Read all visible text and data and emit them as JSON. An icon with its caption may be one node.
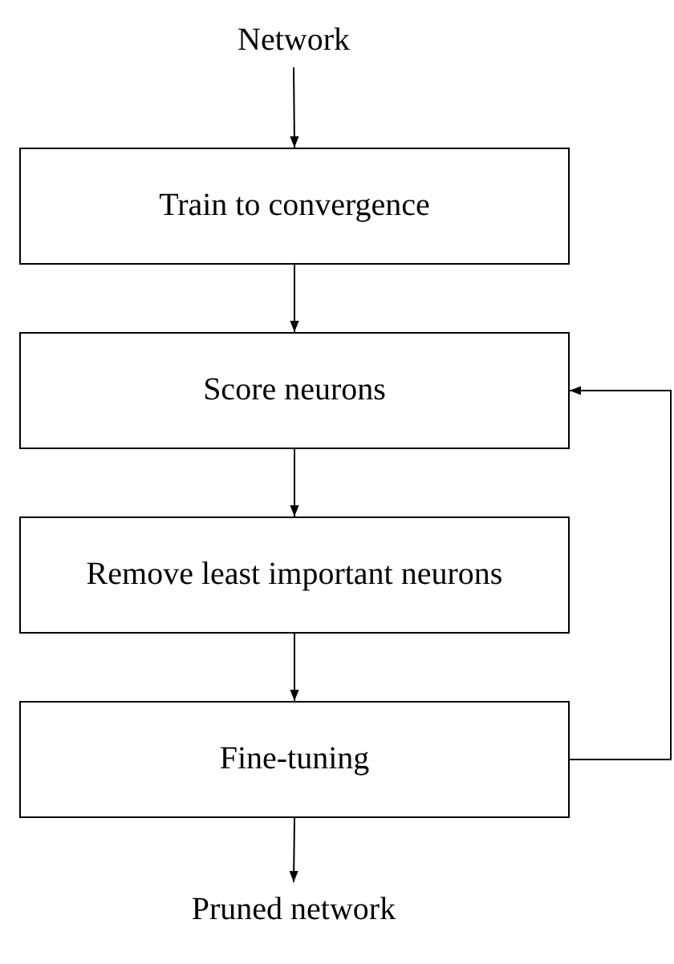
{
  "diagram": {
    "nodes": [
      {
        "text": [
          "Network"
        ]
      },
      {
        "text": [
          "Train to convergence"
        ]
      },
      {
        "text": [
          "Score neurons"
        ]
      },
      {
        "text": [
          "Remove least important neurons"
        ]
      },
      {
        "text": [
          "Fine-tuning"
        ]
      },
      {
        "text": [
          "Pruned network"
        ]
      }
    ],
    "edges": [
      {
        "from": 0,
        "to": 1,
        "arrow": "to"
      },
      {
        "from": 1,
        "to": 2,
        "arrow": "to"
      },
      {
        "from": 2,
        "to": 3,
        "arrow": "to"
      },
      {
        "from": 3,
        "to": 4,
        "arrow": "to"
      },
      {
        "from": 4,
        "to": 5,
        "arrow": "to"
      },
      {
        "from": 4,
        "to": 2,
        "arrow": "to"
      }
    ]
  }
}
